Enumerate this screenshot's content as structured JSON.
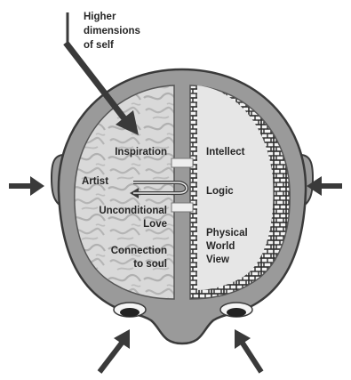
{
  "callout": {
    "line1": "Higher",
    "line2": "dimensions",
    "line3": "of self"
  },
  "left_hemisphere": {
    "inspiration": "Inspiration",
    "artist": "Artist",
    "unconditional_1": "Unconditional",
    "unconditional_2": "Love",
    "connection_1": "Connection",
    "connection_2": "to soul"
  },
  "right_hemisphere": {
    "intellect": "Intellect",
    "logic": "Logic",
    "physical_1": "Physical",
    "physical_2": "World",
    "physical_3": "View"
  },
  "colors": {
    "head_fill": "#9a9a9a",
    "outline": "#3a3a3a",
    "left_hemisphere_fill": "#d6d6d6",
    "right_hemisphere_fill": "#e6e6e6",
    "brick_pattern": "#2b2b2b",
    "arrow": "#3a3a3a",
    "text": "#262626"
  }
}
